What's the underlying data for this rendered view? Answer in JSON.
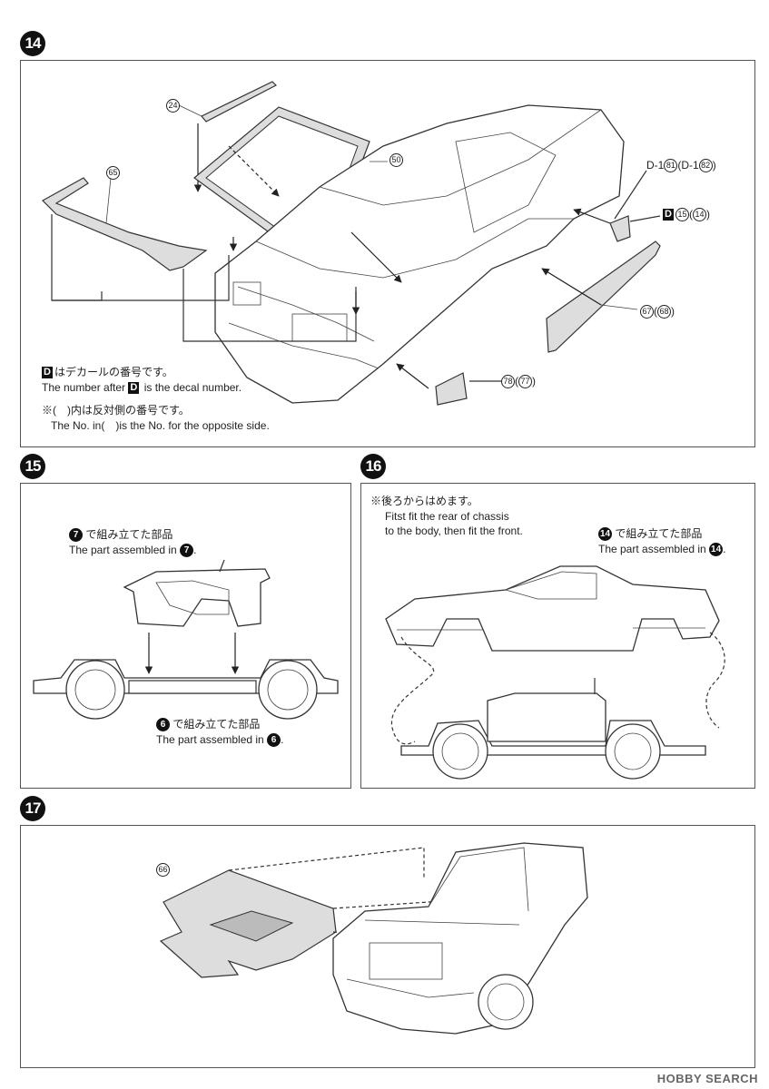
{
  "steps": {
    "s14": "14",
    "s15": "15",
    "s16": "16",
    "s17": "17"
  },
  "step14": {
    "callouts": {
      "p24": "24",
      "p50": "50",
      "p65": "65",
      "d1_prefix": "D-1",
      "d1_num": "81",
      "d1_alt_prefix": "D-1",
      "d1_alt_num": "82",
      "d_box": "D",
      "d_num": "15",
      "d_alt_num": "14",
      "p67": "67",
      "p68": "68",
      "p78": "78",
      "p77": "77"
    },
    "notes": {
      "decal_box": "D",
      "decal_jp": "はデカールの番号です。",
      "decal_en_pre": "The number after",
      "decal_en_box": "D",
      "decal_en_post": "is the decal number.",
      "opp_jp": "※(　)内は反対側の番号です。",
      "opp_en": "The No. in(　)is the No. for the opposite side."
    }
  },
  "step15": {
    "top_num": "7",
    "top_jp": "で組み立てた部品",
    "top_en": "The part assembled in",
    "top_en_num": "7",
    "bottom_num": "6",
    "bottom_jp": "で組み立てた部品",
    "bottom_en": "The part assembled in",
    "bottom_en_num": "6"
  },
  "step16": {
    "note_jp": "※後ろからはめます。",
    "note_en1": "Fitst fit the rear of chassis",
    "note_en2": "to the body, then fit the front.",
    "ref_num": "14",
    "ref_jp": "で組み立てた部品",
    "ref_en": "The part assembled in",
    "ref_en_num": "14"
  },
  "step17": {
    "p66": "66"
  },
  "watermark": "HOBBY SEARCH"
}
